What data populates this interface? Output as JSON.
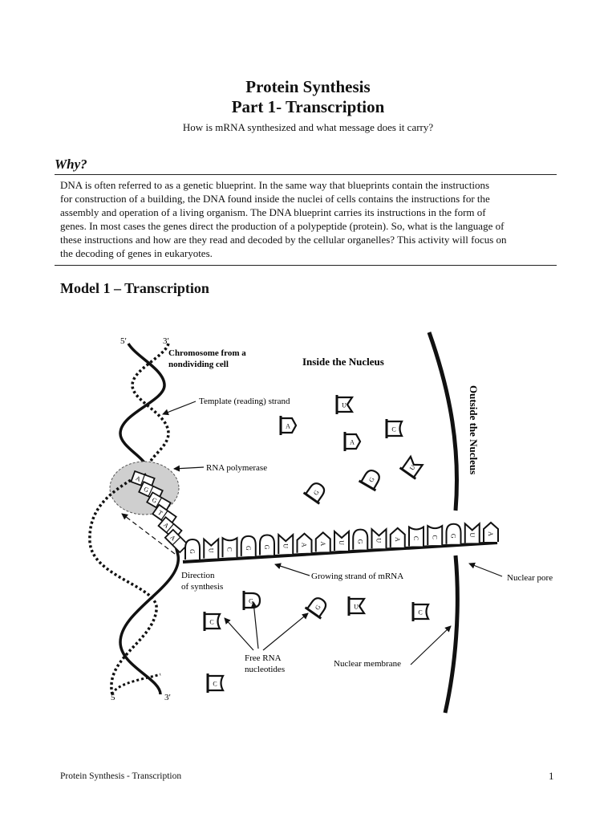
{
  "header": {
    "title_line1": "Protein Synthesis",
    "title_line2": "Part 1- Transcription",
    "subtitle": "How is mRNA synthesized and what message does it carry?"
  },
  "why": {
    "heading": "Why?",
    "lines": [
      "DNA is often referred to as a genetic blueprint. In the same way that blueprints contain the instructions",
      "for construction of a building, the DNA found inside the nuclei of cells contains the instructions for the",
      "assembly and operation of a living organism. The DNA blueprint carries its instructions in the form of",
      "genes. In most cases the genes direct the production of a polypeptide (protein). So, what is the language of",
      "these instructions and how are they read and decoded by the cellular organelles? This activity will focus on",
      "the decoding of genes in eukaryotes."
    ]
  },
  "model": {
    "heading": "Model 1 – Transcription"
  },
  "diagram": {
    "end_5_top": "5′",
    "end_3_top": "3′",
    "end_5_bottom": "5",
    "end_3_bottom": "3′",
    "chromosome_line1": "Chromosome from a",
    "chromosome_line2": "nondividing cell",
    "inside_nucleus": "Inside the Nucleus",
    "outside_nucleus": "Outside the Nucleus",
    "template_strand": "Template (reading) strand",
    "rna_polymerase": "RNA polymerase",
    "direction_line1": "Direction",
    "direction_line2": "of synthesis",
    "growing_strand": "Growing strand of mRNA",
    "nuclear_pore": "Nuclear pore",
    "free_rna_line1": "Free RNA",
    "free_rna_line2": "nucleotides",
    "nuclear_membrane": "Nuclear membrane",
    "mrna_sequence": [
      "G",
      "U",
      "C",
      "G",
      "G",
      "U",
      "A",
      "A",
      "U",
      "G",
      "U",
      "A",
      "C",
      "C",
      "G",
      "U",
      "A"
    ],
    "hybrid_bases": [
      "A",
      "G",
      "G",
      "T",
      "A",
      "A"
    ],
    "free_nucleotides_inside": [
      "U",
      "A",
      "C",
      "A",
      "G",
      "G",
      "U"
    ],
    "free_nucleotides_lower": [
      "G",
      "G",
      "U",
      "C",
      "C",
      "C"
    ]
  },
  "footer": {
    "left": "Protein Synthesis - Transcription",
    "page_number": "1"
  }
}
